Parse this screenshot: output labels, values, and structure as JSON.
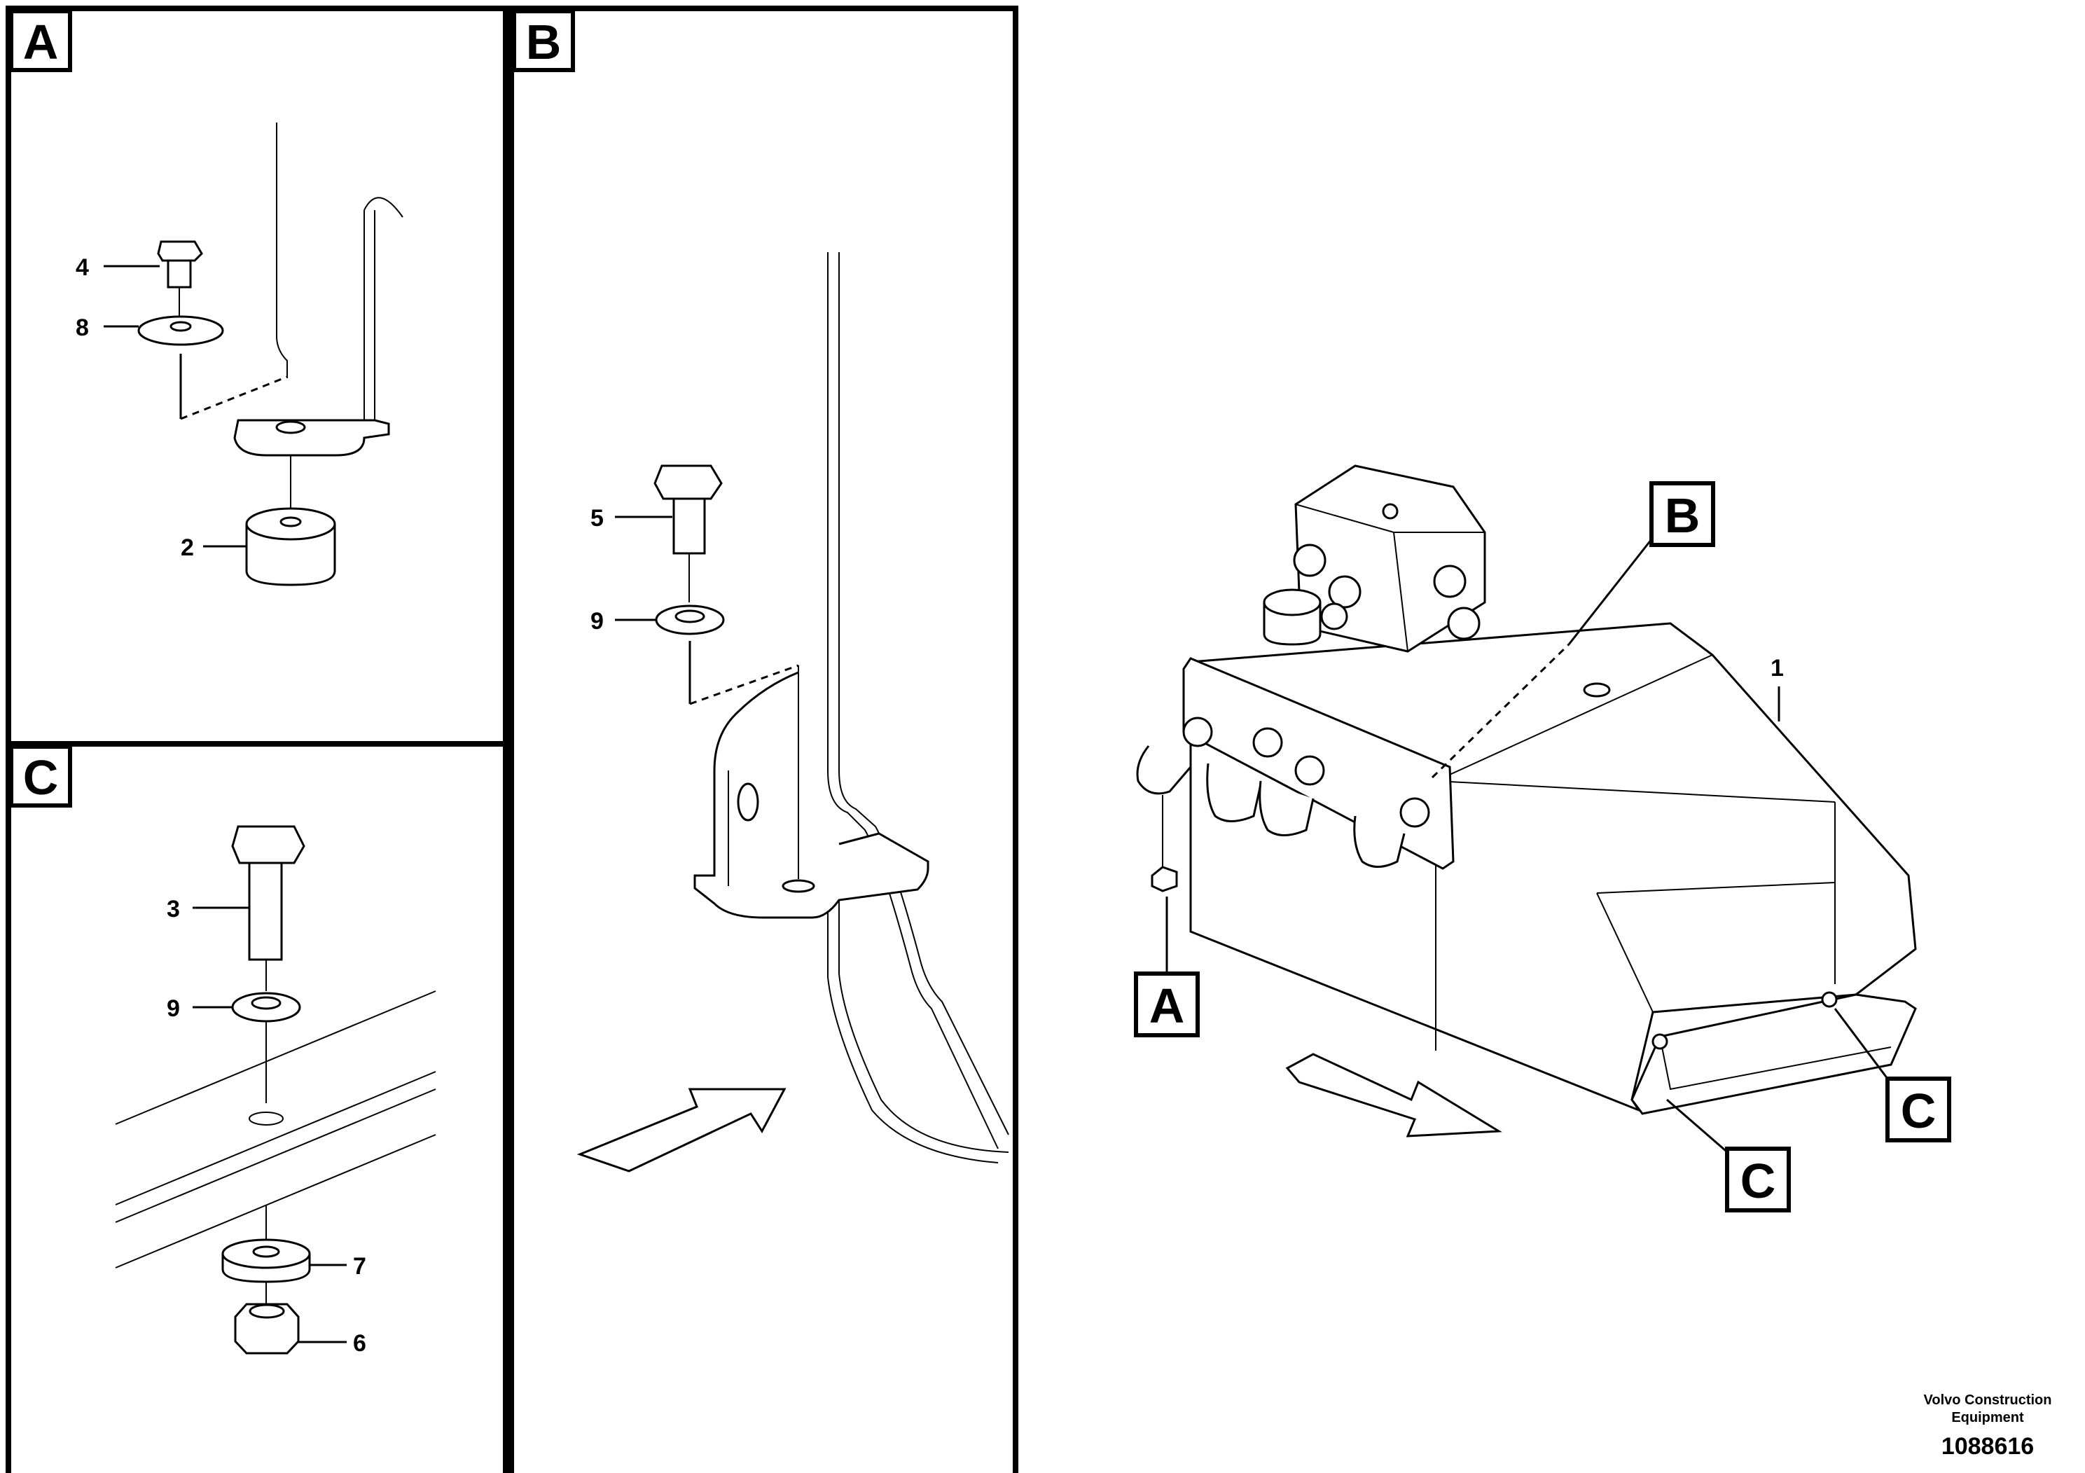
{
  "panels": {
    "A": {
      "label": "A"
    },
    "B": {
      "label": "B"
    },
    "C": {
      "label": "C"
    }
  },
  "callouts": {
    "p1": "1",
    "p2": "2",
    "p3": "3",
    "p4": "4",
    "p5": "5",
    "p6": "6",
    "p7": "7",
    "p8": "8",
    "p9_b": "9",
    "p9_c": "9"
  },
  "view_labels": {
    "A": "A",
    "B": "B",
    "C1": "C",
    "C2": "C"
  },
  "footer": {
    "company_line1": "Volvo Construction",
    "company_line2": "Equipment",
    "drawing_number": "1088616"
  }
}
